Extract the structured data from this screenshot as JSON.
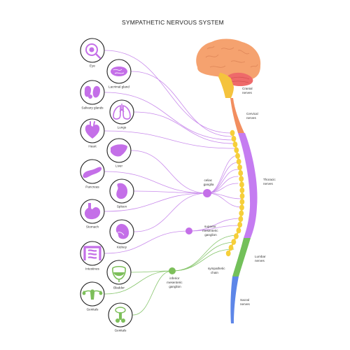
{
  "title": "SYMPATHETIC NERVOUS SYSTEM",
  "colors": {
    "purple": "#c46fe8",
    "purple_line": "#c98bec",
    "green": "#7dbf5a",
    "green_line": "#86c56b",
    "yellow": "#f6cf3a",
    "brain": "#f5a26f",
    "cerebellum": "#ee6a6a",
    "brainstem": "#f5c33d",
    "cervical": "#f28e5f",
    "thoracic": "#c57cf1",
    "lumbar": "#73c05a",
    "sacral": "#5d86e8"
  },
  "organs": [
    {
      "id": "eye",
      "label": "Eye",
      "icon": "eye-icon",
      "color": "purple"
    },
    {
      "id": "lacrimal",
      "label": "Lacrimal gland",
      "icon": "lacrimal-gland-icon",
      "color": "purple"
    },
    {
      "id": "salivary",
      "label": "Salivary glands",
      "icon": "salivary-glands-icon",
      "color": "purple"
    },
    {
      "id": "lungs",
      "label": "Lungs",
      "icon": "lungs-icon",
      "color": "purple"
    },
    {
      "id": "heart",
      "label": "Heart",
      "icon": "heart-icon",
      "color": "purple"
    },
    {
      "id": "liver",
      "label": "Liver",
      "icon": "liver-icon",
      "color": "purple"
    },
    {
      "id": "pancreas",
      "label": "Pancreas",
      "icon": "pancreas-icon",
      "color": "purple"
    },
    {
      "id": "spleen",
      "label": "Spleen",
      "icon": "spleen-icon",
      "color": "purple"
    },
    {
      "id": "stomach",
      "label": "Stomach",
      "icon": "stomach-icon",
      "color": "purple"
    },
    {
      "id": "kidney",
      "label": "Kidney",
      "icon": "kidney-icon",
      "color": "purple"
    },
    {
      "id": "intestines",
      "label": "Intestines",
      "icon": "intestines-icon",
      "color": "purple"
    },
    {
      "id": "bladder",
      "label": "Bladder",
      "icon": "bladder-icon",
      "color": "green"
    },
    {
      "id": "genitals_female",
      "label": "Genitals",
      "icon": "female-genitals-icon",
      "color": "green"
    },
    {
      "id": "genitals_male",
      "label": "Genitals",
      "icon": "male-genitals-icon",
      "color": "green"
    }
  ],
  "ganglia": [
    {
      "id": "celiac",
      "label": [
        "celiac",
        "ganglia"
      ],
      "color": "purple"
    },
    {
      "id": "superior_mesenteric",
      "label": [
        "superior",
        "mesenteric",
        "ganglion"
      ],
      "color": "purple"
    },
    {
      "id": "inferior_mesenteric",
      "label": [
        "inferior",
        "mesenteric",
        "ganglion"
      ],
      "color": "green"
    }
  ],
  "spine_labels": [
    {
      "id": "cranial",
      "label": [
        "Cranial",
        "nerves"
      ]
    },
    {
      "id": "cervical",
      "label": [
        "Cervical",
        "nerves"
      ]
    },
    {
      "id": "thoracic",
      "label": [
        "Thoracic",
        "nerves"
      ]
    },
    {
      "id": "lumbar",
      "label": [
        "Lumbar",
        "nerves"
      ]
    },
    {
      "id": "sacral",
      "label": [
        "Sacral",
        "nerves"
      ]
    },
    {
      "id": "sympathetic_chain",
      "label": [
        "sympathetic",
        "chain"
      ]
    }
  ]
}
